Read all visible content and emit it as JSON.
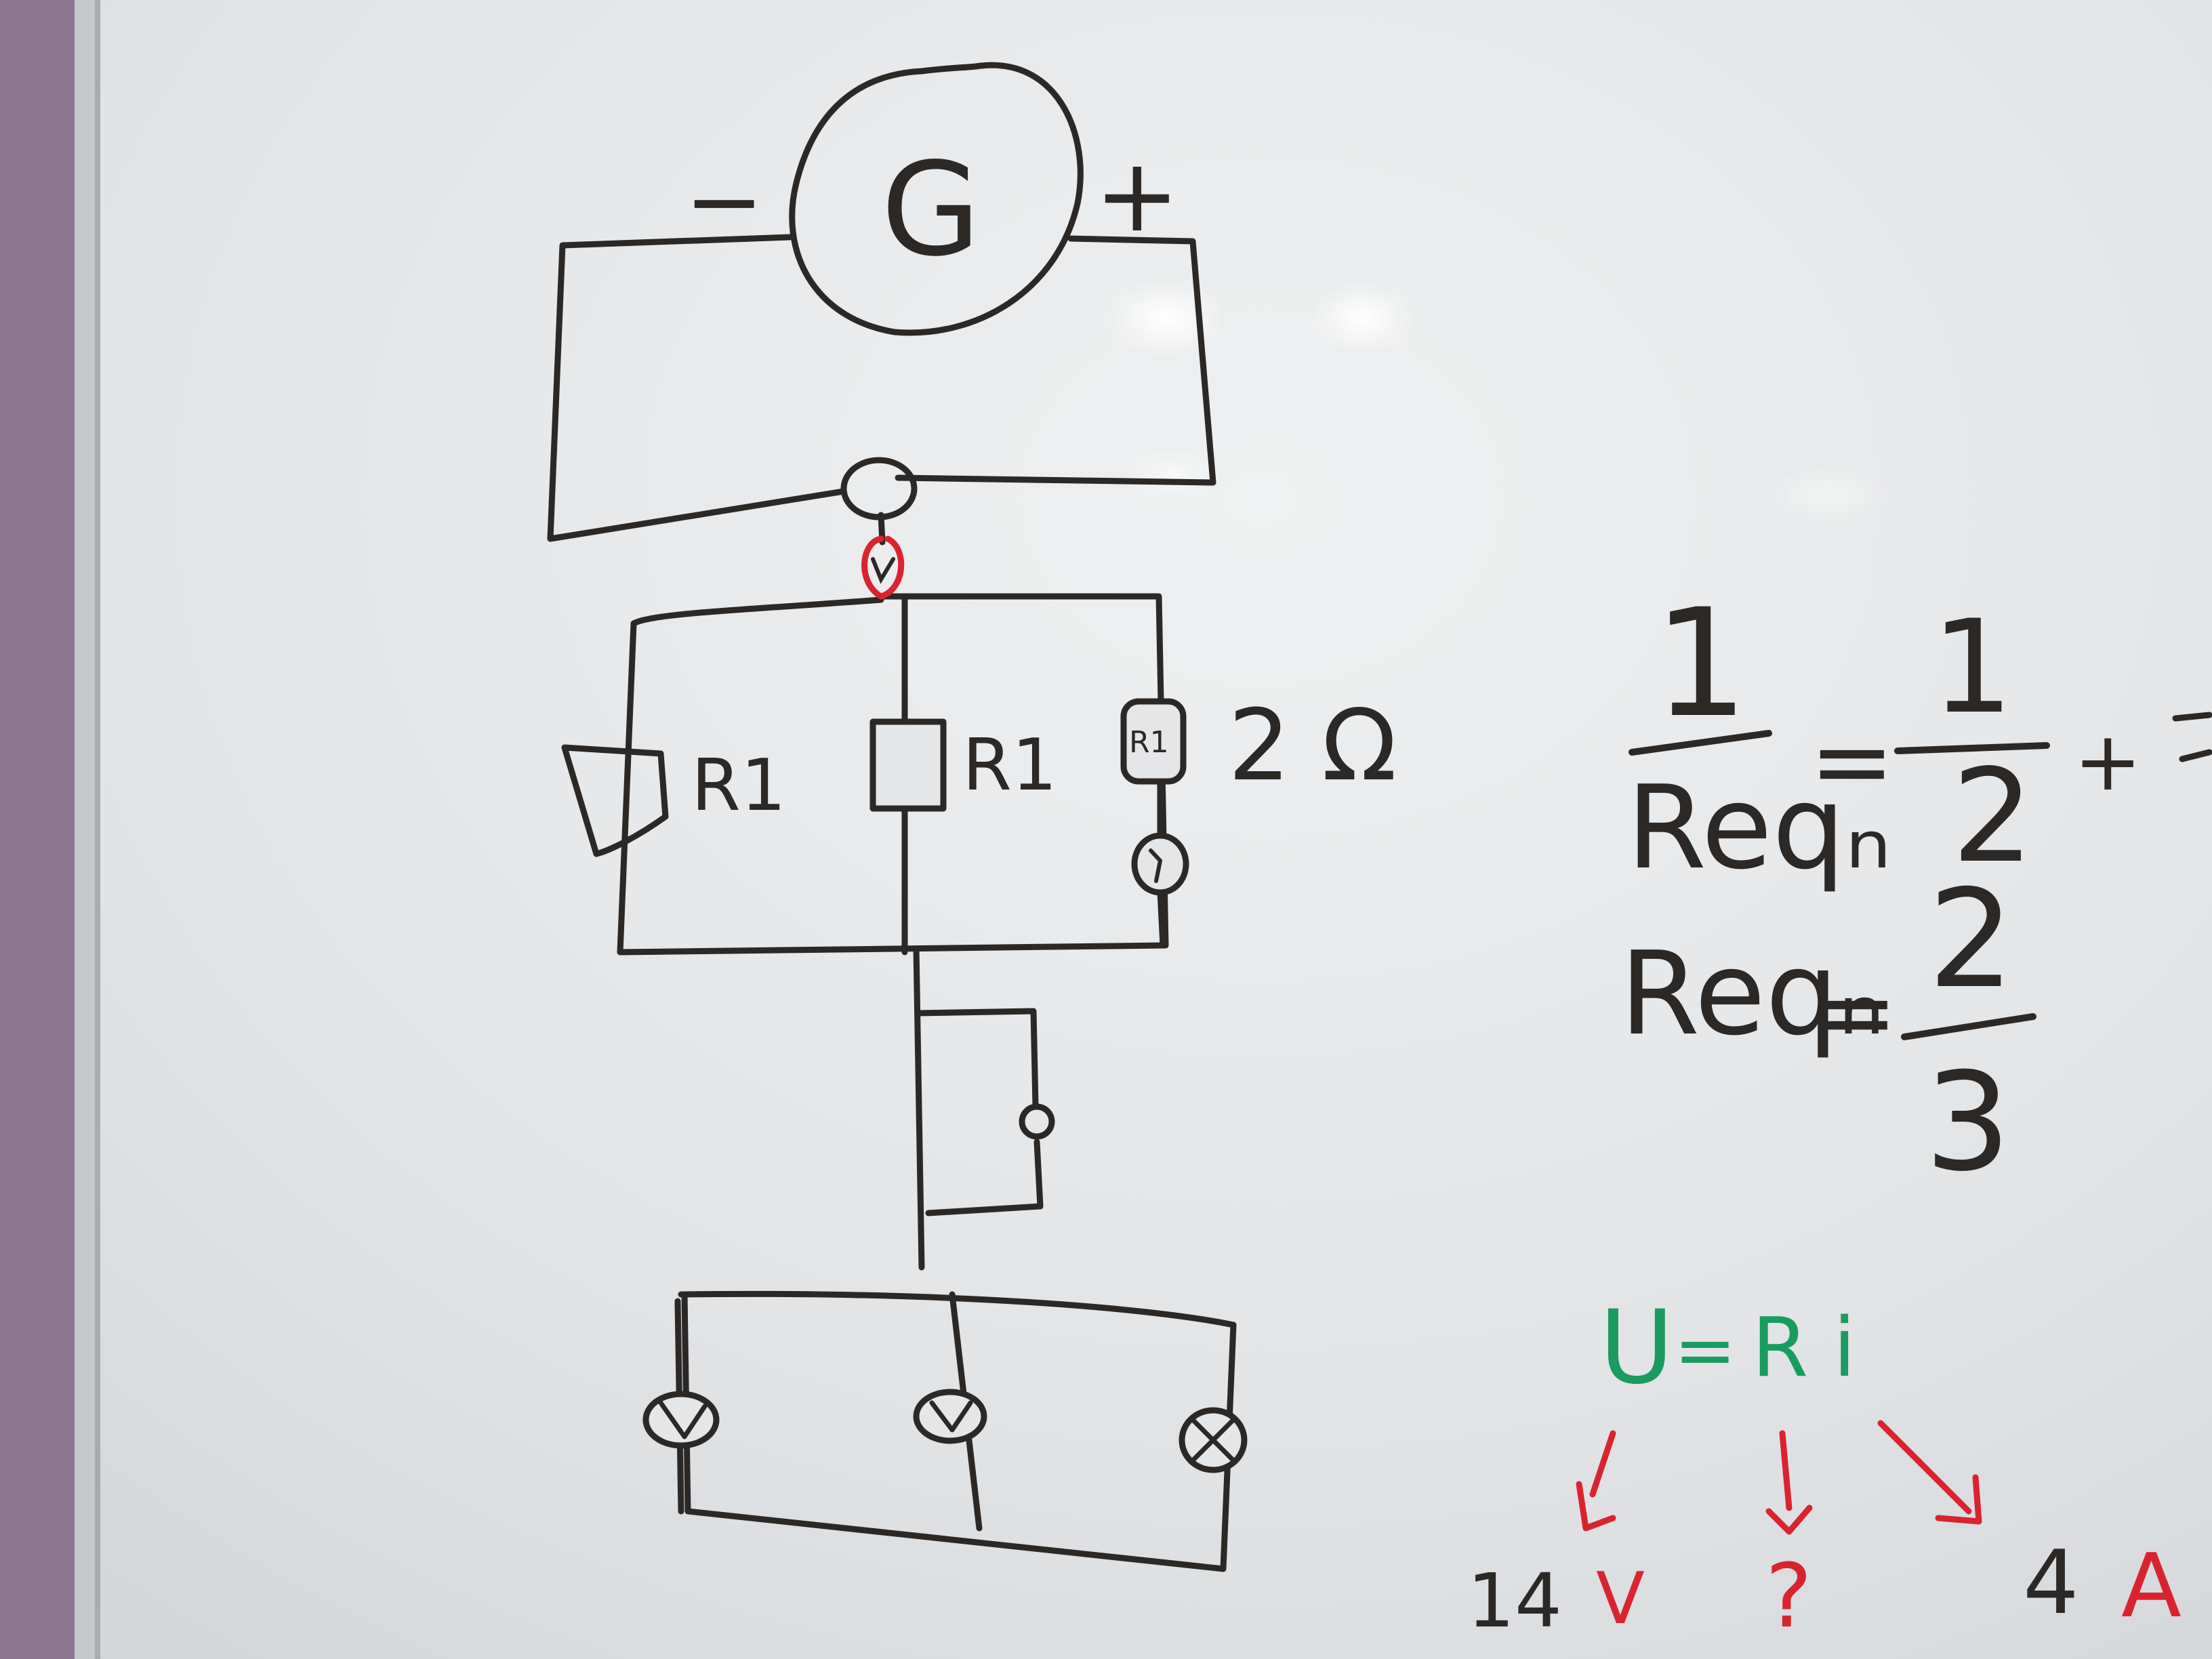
{
  "colors": {
    "wall": "#8e7592",
    "frame": "#c9cacc",
    "board": "#e4e6e8",
    "ink_black": "#2b2826",
    "ink_red": "#d9242f",
    "ink_green": "#1a9b60"
  },
  "circuit": {
    "generator_label": "G",
    "minus_sign": "−",
    "plus_sign": "+",
    "resistor_a_label": "R1",
    "resistor_b_label": "R1",
    "resistor_c_label": "R1",
    "resistance_value": "2 Ω"
  },
  "formula": {
    "numerator_left": "1",
    "denominator_left": "Reqₙ",
    "equals_1": "=",
    "numerator_right": "1",
    "denominator_right": "2",
    "plus": "+",
    "req_label": "Reqₙ",
    "equals_2": "=",
    "result_numerator": "2",
    "result_denominator": "3"
  },
  "ohms_law": {
    "U": "U",
    "equals": "=",
    "R": "R",
    "i": "i",
    "voltage": "14",
    "voltage_unit": "V",
    "unknown": "?",
    "current": "4",
    "current_unit": "A"
  }
}
